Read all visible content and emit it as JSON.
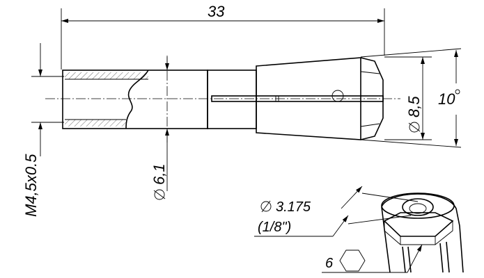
{
  "drawing": {
    "overall_length": "33",
    "thread": "M4,5x0.5",
    "bore_diameter": "6,1",
    "nose_diameter": "8,5",
    "taper_angle": "10",
    "collet_diameter": "3.175",
    "collet_diameter_inch": "(1/8\")",
    "hex_size": "6"
  }
}
